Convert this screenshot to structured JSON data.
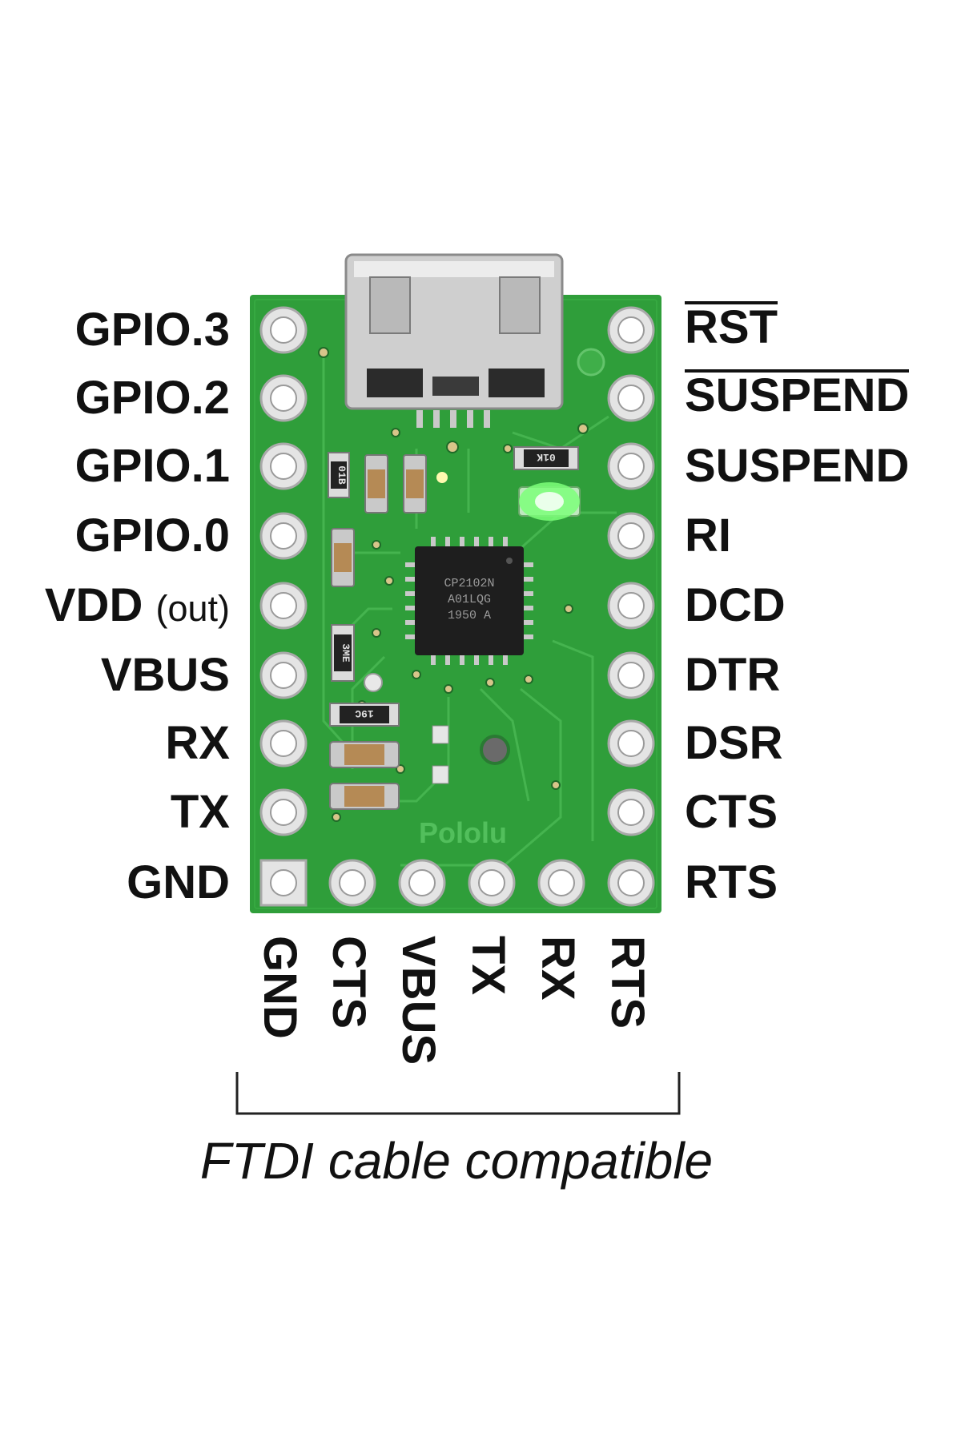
{
  "left_pins": [
    {
      "label": "GPIO.3",
      "suffix": ""
    },
    {
      "label": "GPIO.2",
      "suffix": ""
    },
    {
      "label": "GPIO.1",
      "suffix": ""
    },
    {
      "label": "GPIO.0",
      "suffix": ""
    },
    {
      "label": "VDD",
      "suffix": "(out)"
    },
    {
      "label": "VBUS",
      "suffix": ""
    },
    {
      "label": "RX",
      "suffix": ""
    },
    {
      "label": "TX",
      "suffix": ""
    },
    {
      "label": "GND",
      "suffix": ""
    }
  ],
  "right_pins": [
    {
      "label": "RST",
      "overline": true
    },
    {
      "label": "SUSPEND",
      "overline": true
    },
    {
      "label": "SUSPEND",
      "overline": false
    },
    {
      "label": "RI",
      "overline": false
    },
    {
      "label": "DCD",
      "overline": false
    },
    {
      "label": "DTR",
      "overline": false
    },
    {
      "label": "DSR",
      "overline": false
    },
    {
      "label": "CTS",
      "overline": false
    },
    {
      "label": "RTS",
      "overline": false
    }
  ],
  "bottom_pins": [
    "GND",
    "CTS",
    "VBUS",
    "TX",
    "RX",
    "RTS"
  ],
  "caption": "FTDI cable compatible",
  "board": {
    "silkscreen": "Pololu",
    "chip_lines": [
      "CP2102N",
      "A01LQG",
      "1950 A"
    ],
    "resistor_labels": [
      "01B",
      "01K",
      "3ME",
      "19C"
    ],
    "pcb_color": "#2f9e3a",
    "led_color": "#7dff7a"
  }
}
